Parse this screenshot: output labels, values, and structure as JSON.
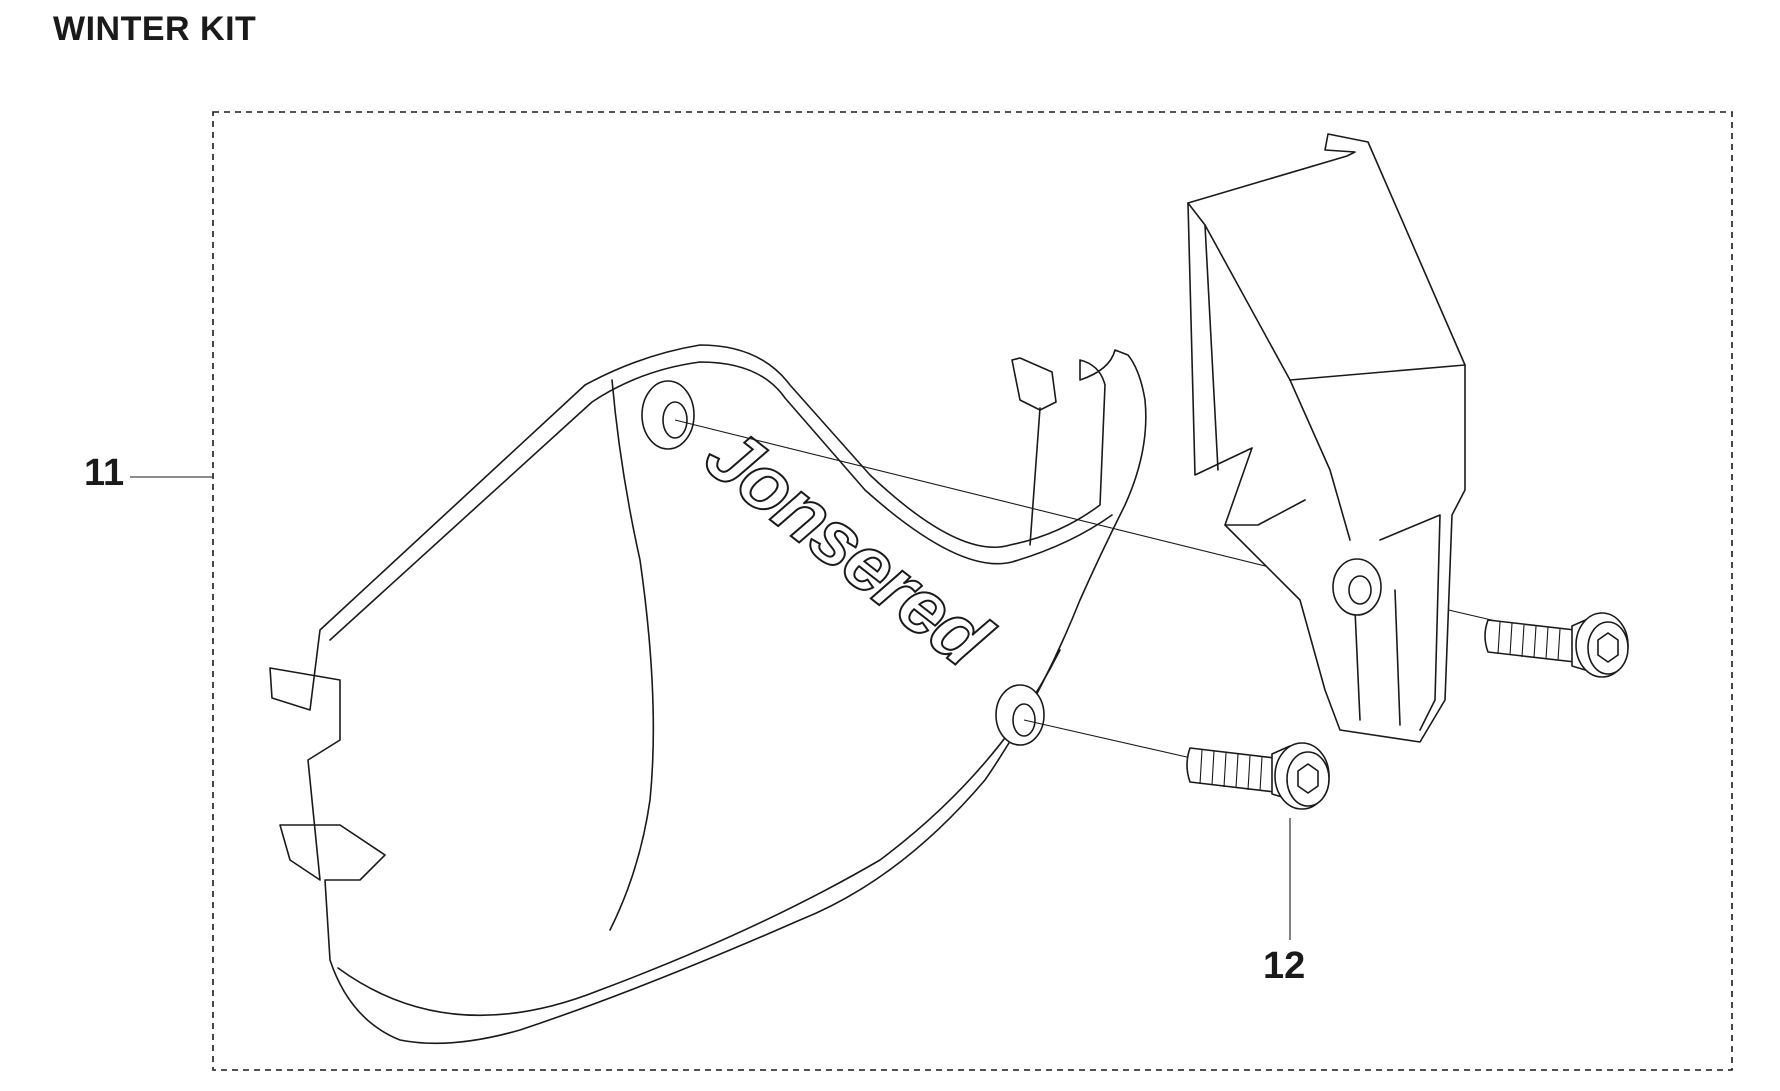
{
  "title": "WINTER KIT",
  "callouts": [
    {
      "number": "11",
      "part": "cover-with-shroud"
    },
    {
      "number": "12",
      "part": "screw"
    }
  ],
  "brand_text": "Jonsered",
  "icons": [
    "cover-icon",
    "shroud-icon",
    "screw-icon"
  ]
}
